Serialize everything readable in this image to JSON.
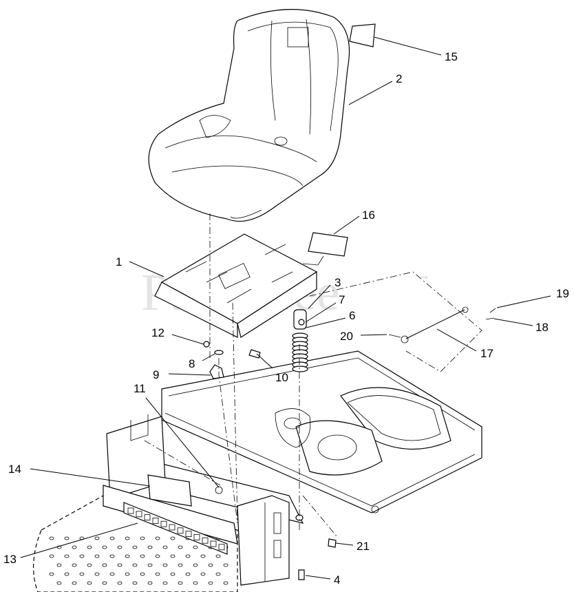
{
  "watermark": {
    "text": "PartsTree",
    "trademark": "™"
  },
  "callouts": {
    "c1": "1",
    "c2": "2",
    "c3": "3",
    "c4": "4",
    "c6": "6",
    "c7": "7",
    "c8": "8",
    "c9": "9",
    "c10": "10",
    "c11": "11",
    "c12": "12",
    "c13": "13",
    "c14": "14",
    "c15": "15",
    "c16": "16",
    "c17": "17",
    "c18": "18",
    "c19": "19",
    "c20": "20",
    "c21": "21"
  }
}
